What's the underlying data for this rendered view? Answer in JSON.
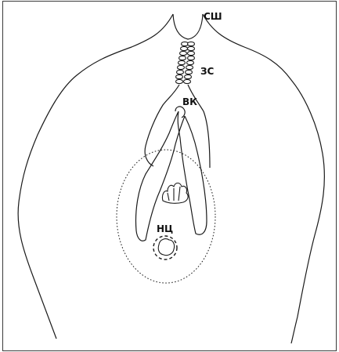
{
  "labels": {
    "sh": "СШ",
    "zs": "ЗС",
    "vk": "ВК",
    "nts": "НЦ"
  },
  "colors": {
    "line": "#1a1a1a",
    "frame": "#3a3a3a",
    "background": "#ffffff"
  }
}
